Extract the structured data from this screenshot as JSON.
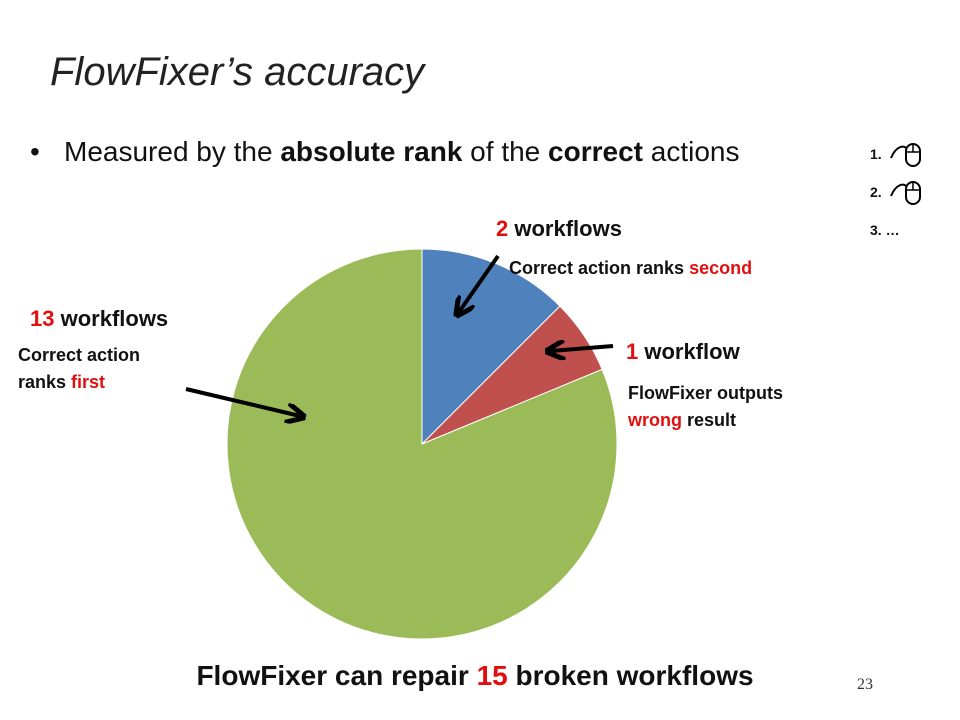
{
  "title": "FlowFixer’s accuracy",
  "bullet": {
    "t1": "Measured by the ",
    "t2": "absolute rank",
    "t3": " of the ",
    "t4": "correct",
    "t5": " actions"
  },
  "rank_list": [
    {
      "label": "1.",
      "icon": "mouse-cursor-icon"
    },
    {
      "label": "2.",
      "icon": "mouse-cursor-icon"
    },
    {
      "label": "3. …",
      "icon": ""
    }
  ],
  "annotations": {
    "second": {
      "count": "2",
      "unit": " workflows",
      "d1": "Correct action ranks ",
      "d2": "second"
    },
    "wrong": {
      "count": "1",
      "unit": " workflow",
      "d1": "FlowFixer outputs",
      "d2": "wrong",
      "d3": " result"
    },
    "first": {
      "count": "13",
      "unit": " workflows",
      "d1": "Correct action",
      "d2": "ranks ",
      "d3": "first"
    }
  },
  "footer": {
    "t1": "FlowFixer can repair ",
    "num": "15",
    "t2": " broken workflows"
  },
  "page_number": "23",
  "colors": {
    "blue": "#4f81bd",
    "red": "#c0504d",
    "green": "#9bbb59",
    "highlight": "#e01010"
  },
  "chart_data": {
    "type": "pie",
    "slices": [
      {
        "label": "Correct action ranks second",
        "value": 2,
        "color": "#4f81bd"
      },
      {
        "label": "FlowFixer outputs wrong result",
        "value": 1,
        "color": "#c0504d"
      },
      {
        "label": "Correct action ranks first",
        "value": 13,
        "color": "#9bbb59"
      }
    ],
    "start_angle": "12 o'clock",
    "direction": "clockwise"
  }
}
